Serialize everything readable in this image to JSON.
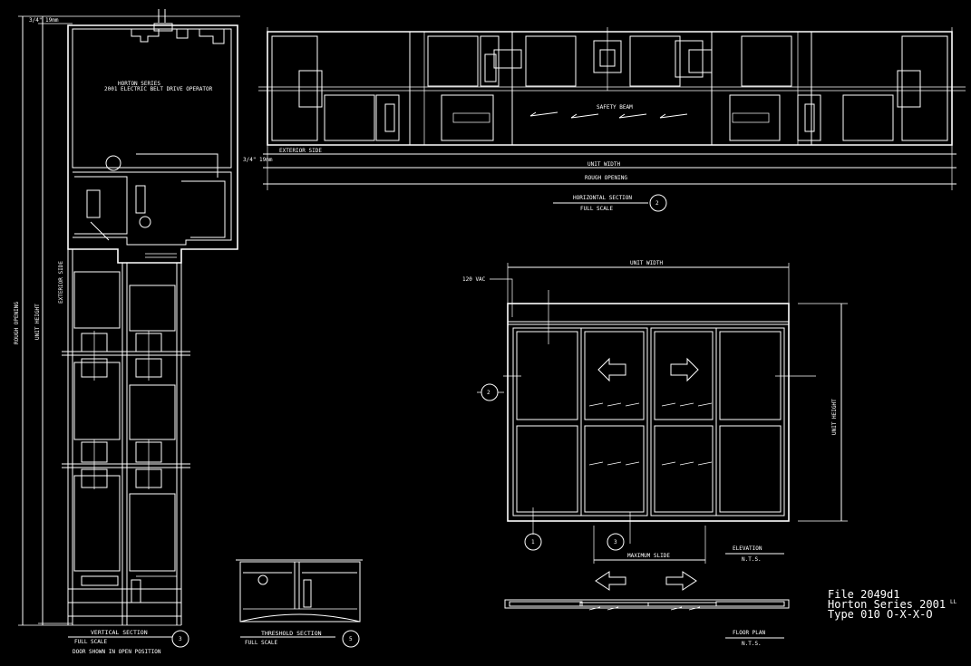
{
  "labels": {
    "dim_3_4_top": "3/4\" 19mm",
    "operator_line1": "HORTON SERIES",
    "operator_line2": "2001 ELECTRIC BELT DRIVE OPERATOR",
    "exterior_side_v": "EXTERIOR SIDE",
    "unit_height_v": "UNIT HEIGHT",
    "rough_opening_v": "ROUGH OPENING",
    "vertical_section": "VERTICAL SECTION",
    "vertical_scale": "FULL SCALE",
    "vertical_note": "DOOR SHOWN IN OPEN POSITION",
    "vertical_callout": "3",
    "threshold_section": "THRESHOLD SECTION",
    "threshold_scale": "FULL SCALE",
    "threshold_callout": "5",
    "safety_beam": "SAFETY BEAM",
    "exterior_side_h": "EXTERIOR SIDE",
    "dim_3_4_side": "3/4\" 19mm",
    "unit_width_h": "UNIT WIDTH",
    "rough_opening_h": "ROUGH OPENING",
    "horizontal_section": "HORIZONTAL SECTION",
    "horizontal_scale": "FULL SCALE",
    "horizontal_callout": "2",
    "unit_width_e": "UNIT WIDTH",
    "vac": "120 VAC",
    "unit_height_e": "UNIT HEIGHT",
    "callout_2": "2",
    "callout_1": "1",
    "callout_3": "3",
    "maximum_slide": "MAXIMUM SLIDE",
    "elevation": "ELEVATION",
    "elevation_scale": "N.T.S.",
    "floor_plan": "FLOOR PLAN",
    "floor_plan_scale": "N.T.S.",
    "file_line": "File 2049d1",
    "series_line": "Horton Series 2001",
    "series_sup": "LL",
    "type_line": "Type 010 O-X-X-O"
  }
}
